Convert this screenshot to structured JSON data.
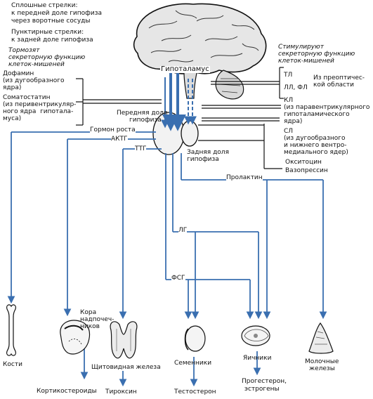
{
  "legend": {
    "solid_title": "Сплошные стрелки:",
    "solid_line1": "к передней доле гипофиза",
    "solid_line2": "через воротные сосуды",
    "dashed_title": "Пунктирные стрелки:",
    "dashed_line1": "к задней доле гипофиза"
  },
  "inhibit": {
    "heading1": "Тормозят",
    "heading2": "секреторную функцию",
    "heading3": "клеток-мишеней",
    "dopamine": [
      "Дофамин",
      "(из дугообразного",
      "ядра)"
    ],
    "somatostatin": [
      "Соматостатин",
      "(из перивентрикуляр-",
      "ного ядра  гипотала-",
      "муса)"
    ]
  },
  "stimulate": {
    "heading1": "Стимулируют",
    "heading2": "секреторную функцию",
    "heading3": "клеток-мишеней",
    "tl": "ТЛ",
    "ll_fl": "ЛЛ, ФЛ",
    "preoptic": [
      "Из преоптичес-",
      "кой области"
    ],
    "kl": [
      "КЛ",
      "(из паравентрикулярного",
      "гипоталамического",
      "ядра)"
    ],
    "sl": [
      "СЛ",
      "(из дугообразного",
      "и нижнего вентро-",
      "медиального ядер)"
    ],
    "oxy_vaso": [
      "Окситоцин",
      "Вазопрессин"
    ]
  },
  "brain": {
    "hypothalamus": "Гипоталамус",
    "anterior": [
      "Передняя доля",
      "гипофиза"
    ],
    "posterior": [
      "Задняя доля",
      "гипофиза"
    ]
  },
  "hormones": {
    "gh": "Гормон роста",
    "acth": "АКТГ",
    "tsh": "ТТГ",
    "prolactin": "Пролактин",
    "lh": "ЛГ",
    "fsh": "ФСГ"
  },
  "targets": {
    "bones": "Кости",
    "adrenal": [
      "Кора",
      "надпочеч-",
      "ников"
    ],
    "thyroid": "Щитовидная железа",
    "testes": "Семенники",
    "ovaries": "Яичники",
    "mammary": [
      "Молочные",
      "железы"
    ]
  },
  "products": {
    "corticosteroids": "Кортикостероиды",
    "thyroxine": "Тироксин",
    "testosterone": "Тестостерон",
    "progesterone": "Прогестерон,",
    "estrogens": "эстрогены"
  },
  "colors": {
    "arrow_blue": "#3a6fb0",
    "line_black": "#111111",
    "paper": "#ffffff"
  },
  "icons": [
    "brain-icon",
    "pituitary-icon",
    "bone-icon",
    "adrenal-icon",
    "thyroid-icon",
    "testis-icon",
    "ovary-icon",
    "mammary-icon"
  ]
}
